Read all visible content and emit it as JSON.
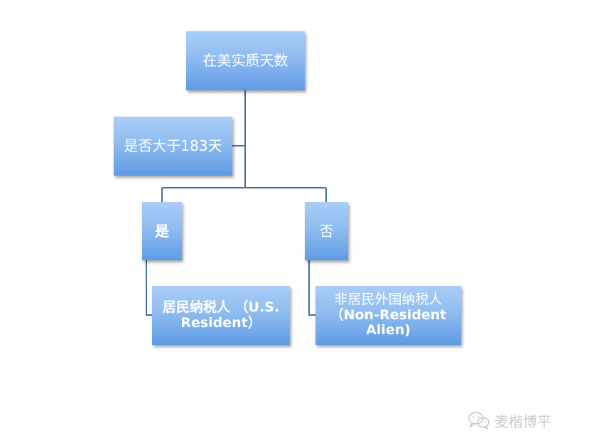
{
  "diagram": {
    "root": "在美实质天数",
    "question": "是否大于183天",
    "yes": "是",
    "no": "否",
    "resident_line1": "居民纳税人 （U.S.",
    "resident_line2": "Resident）",
    "nonresident_line1": "非居民外国纳税人",
    "nonresident_line2": "（Non-Resident",
    "nonresident_line3": "Alien)"
  },
  "watermark": {
    "text": "麦楷博平",
    "icon": "wechat-icon"
  },
  "colors": {
    "box_top": "#aacdf6",
    "box_bottom": "#5f9be4",
    "connector": "#3f6f9b",
    "text": "#ffffff",
    "watermark": "#c8c8c8"
  }
}
